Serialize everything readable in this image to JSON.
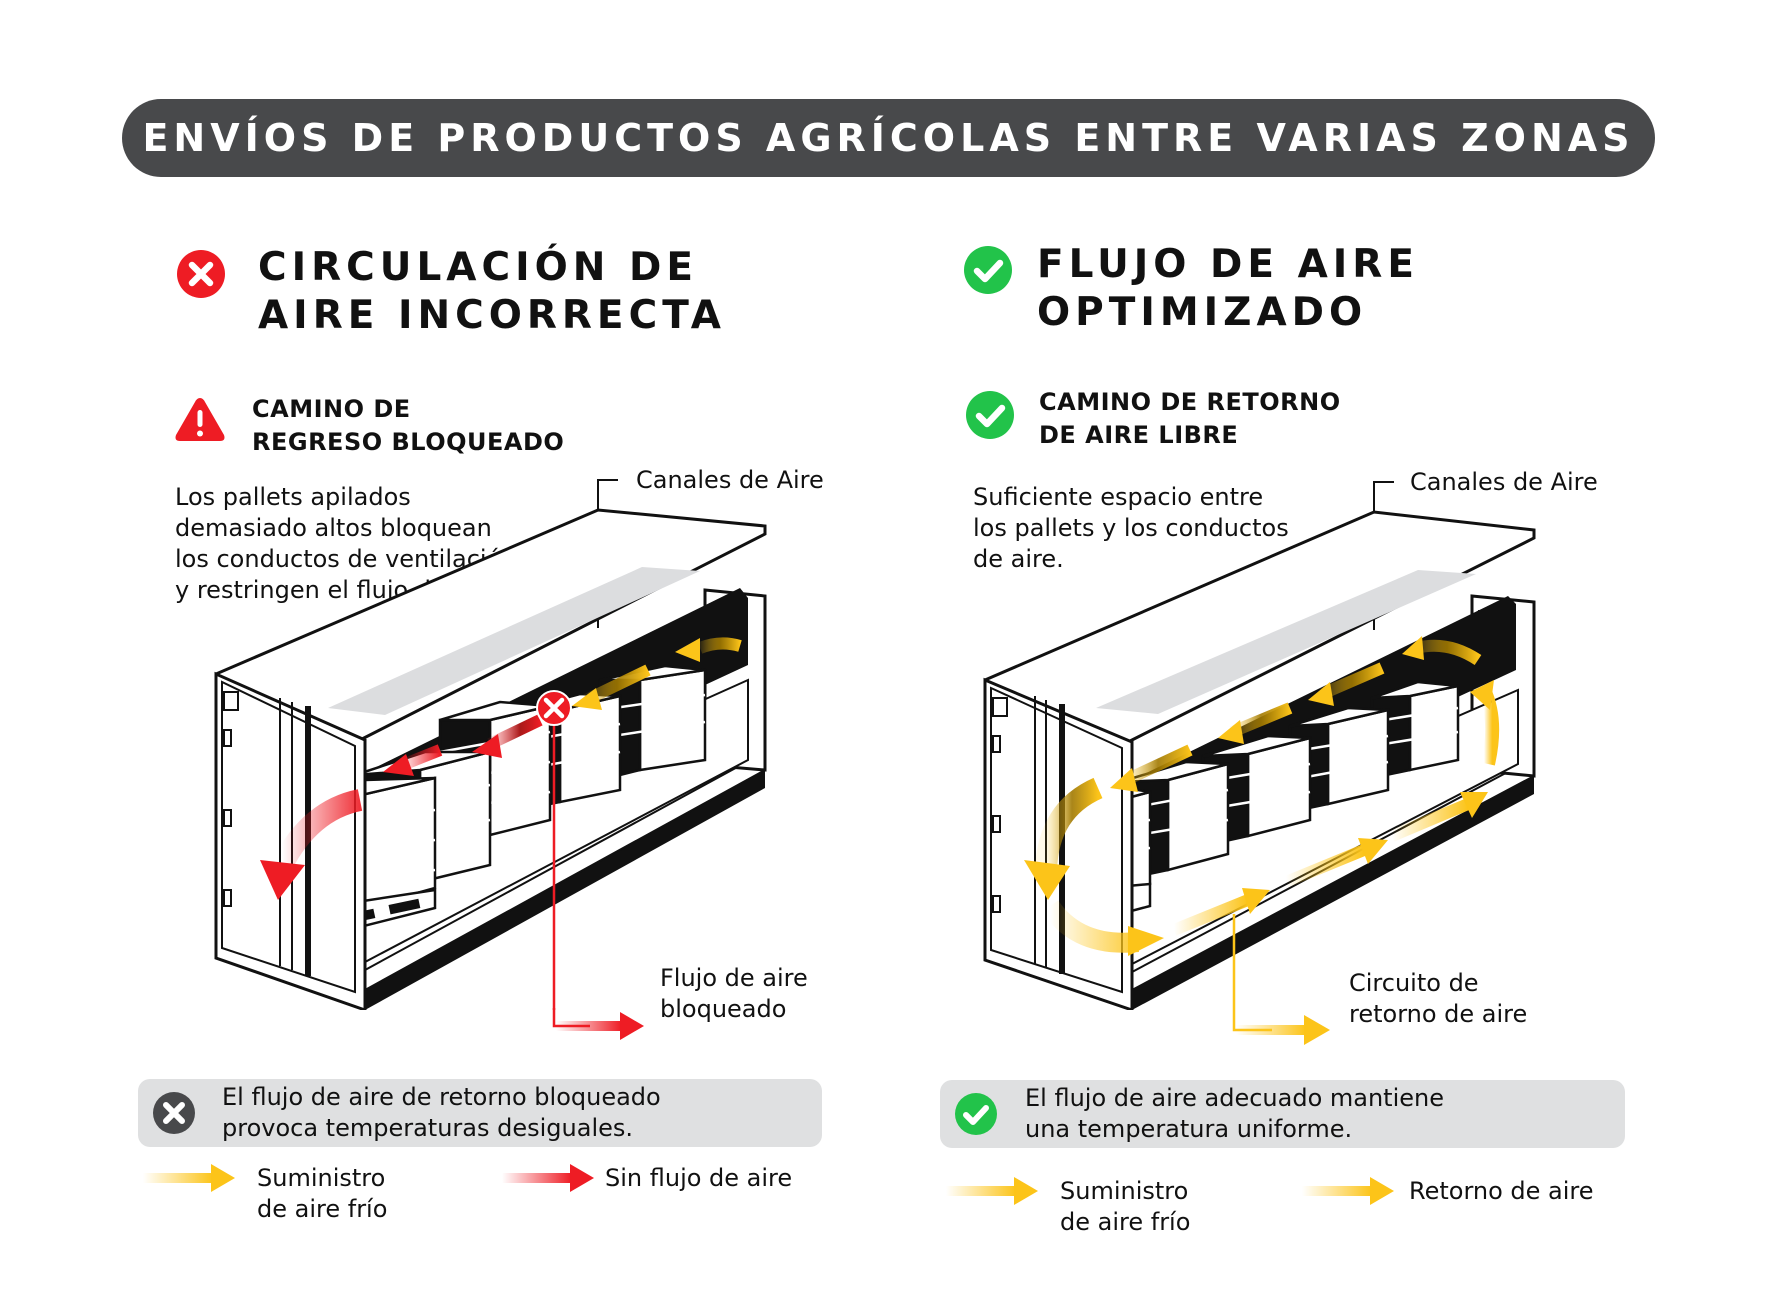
{
  "title": "ENVÍOS DE PRODUCTOS AGRÍCOLAS ENTRE VARIAS ZONAS",
  "colors": {
    "title_bar": "#48494b",
    "error_red": "#ee1c24",
    "success_green": "#22c34a",
    "supply_yellow": "#fcc419",
    "summary_bg": "#dfe0e1",
    "vent_gray": "#dcdddf",
    "dark_icon": "#48494b"
  },
  "left": {
    "status_icon": "x-circle-icon",
    "heading_line1": "CIRCULACIÓN DE",
    "heading_line2": "AIRE INCORRECTA",
    "sub_icon": "warning-triangle-icon",
    "sub_line1": "CAMINO DE",
    "sub_line2": "REGRESO BLOQUEADO",
    "body_lines": [
      "Los pallets apilados",
      "demasiado altos bloquean",
      "los conductos de ventilación",
      "y restringen el flujo de aire."
    ],
    "vent_callout": "Canales de Aire",
    "flow_callout_line1": "Flujo de aire",
    "flow_callout_line2": "bloqueado",
    "summary_icon": "x-circle-dark-icon",
    "summary_line1": "El flujo de aire de retorno bloqueado",
    "summary_line2": "provoca temperaturas desiguales.",
    "legend": [
      {
        "arrow": "yellow",
        "line1": "Suministro",
        "line2": "de aire frío"
      },
      {
        "arrow": "red",
        "line1": "Sin flujo de aire",
        "line2": ""
      }
    ]
  },
  "right": {
    "status_icon": "check-circle-icon",
    "heading_line1": "FLUJO DE AIRE",
    "heading_line2": "OPTIMIZADO",
    "sub_icon": "check-circle-icon",
    "sub_line1": "CAMINO DE RETORNO",
    "sub_line2": "DE AIRE LIBRE",
    "body_lines": [
      "Suficiente espacio entre",
      "los pallets y los conductos",
      "de aire."
    ],
    "vent_callout": "Canales de Aire",
    "flow_callout_line1": "Circuito de",
    "flow_callout_line2": "retorno de aire",
    "summary_icon": "check-circle-icon",
    "summary_line1": "El flujo de aire adecuado mantiene",
    "summary_line2": "una temperatura uniforme.",
    "legend": [
      {
        "arrow": "yellow",
        "line1": "Suministro",
        "line2": "de aire frío"
      },
      {
        "arrow": "yellow",
        "line1": "Retorno de aire",
        "line2": ""
      }
    ]
  }
}
